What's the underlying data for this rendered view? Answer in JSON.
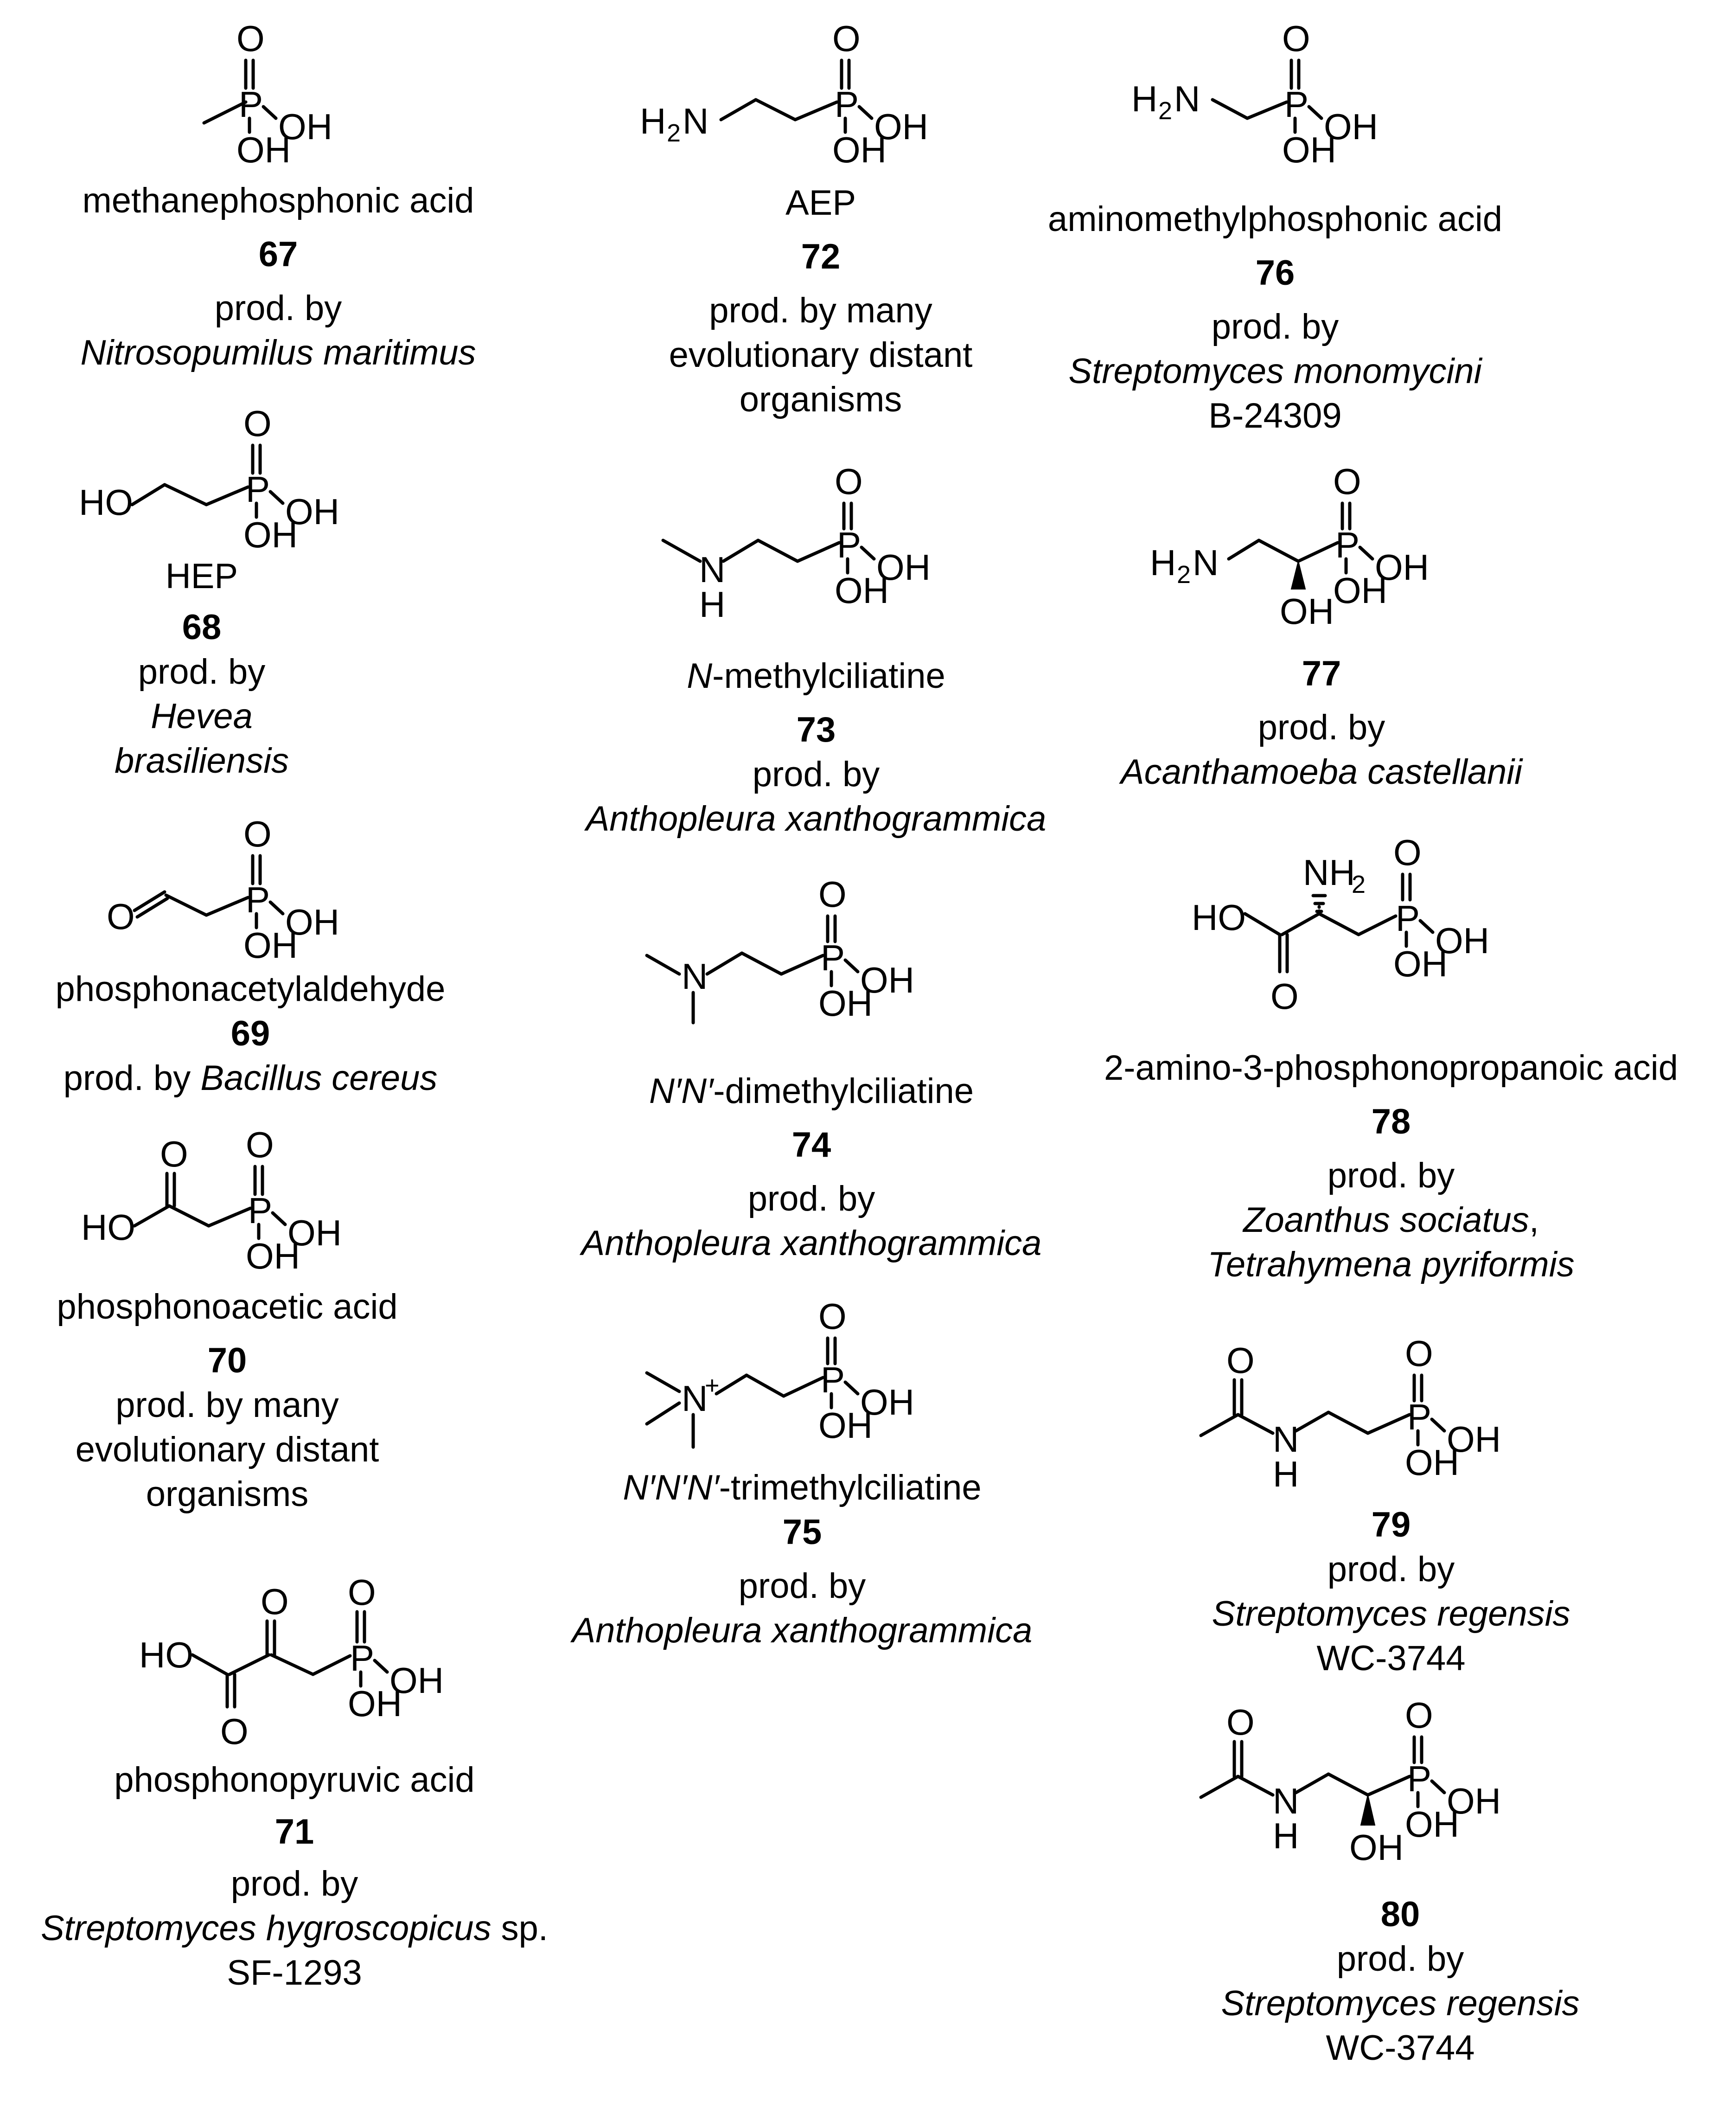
{
  "compounds": [
    {
      "id": "67",
      "name": "methanephosphonic acid",
      "producer": [
        "prod. by",
        "Nitrosopumilus maritimus"
      ]
    },
    {
      "id": "68",
      "name": "HEP",
      "producer": [
        "prod. by",
        "Hevea",
        "brasiliensis"
      ]
    },
    {
      "id": "69",
      "name": "phosphonacetylaldehyde",
      "producer": [
        "prod. by Bacillus cereus"
      ]
    },
    {
      "id": "70",
      "name": "phosphonoacetic acid",
      "producer": [
        "prod. by many",
        "evolutionary distant",
        "organisms"
      ]
    },
    {
      "id": "71",
      "name": "phosphonopyruvic acid",
      "producer": [
        "prod. by",
        "Streptomyces hygroscopicus sp.",
        "SF-1293"
      ]
    },
    {
      "id": "72",
      "name": "AEP",
      "producer": [
        "prod. by many",
        "evolutionary distant",
        "organisms"
      ]
    },
    {
      "id": "73",
      "name": "N-methylciliatine",
      "producer": [
        "prod. by",
        "Anthopleura xanthogrammica"
      ]
    },
    {
      "id": "74",
      "name": "N′N′-dimethylciliatine",
      "producer": [
        "prod. by",
        "Anthopleura xanthogrammica"
      ]
    },
    {
      "id": "75",
      "name": "N′N′N′-trimethylciliatine",
      "producer": [
        "prod. by",
        "Anthopleura xanthogrammica"
      ]
    },
    {
      "id": "76",
      "name": "aminomethylphosphonic acid",
      "producer": [
        "prod. by",
        "Streptomyces monomycini",
        "B-24309"
      ]
    },
    {
      "id": "77",
      "name": "",
      "producer": [
        "prod. by",
        "Acanthamoeba castellanii"
      ]
    },
    {
      "id": "78",
      "name": "2-amino-3-phosphonopropanoic acid",
      "producer": [
        "prod. by",
        "Zoanthus sociatus,",
        "Tetrahymena pyriformis"
      ]
    },
    {
      "id": "79",
      "name": "",
      "producer": [
        "prod. by",
        "Streptomyces regensis",
        "WC-3744"
      ]
    },
    {
      "id": "80",
      "name": "",
      "producer": [
        "prod. by",
        "Streptomyces regensis",
        "WC-3744"
      ]
    }
  ],
  "atoms": {
    "O": "O",
    "P": "P",
    "OH": "OH",
    "HO": "HO",
    "H": "H",
    "N": "N",
    "H2N": "H",
    "H2N_sub": "2",
    "H2N_N": "N",
    "NH2_N": "NH",
    "NH2_sub": "2",
    "N_plus": "+"
  }
}
